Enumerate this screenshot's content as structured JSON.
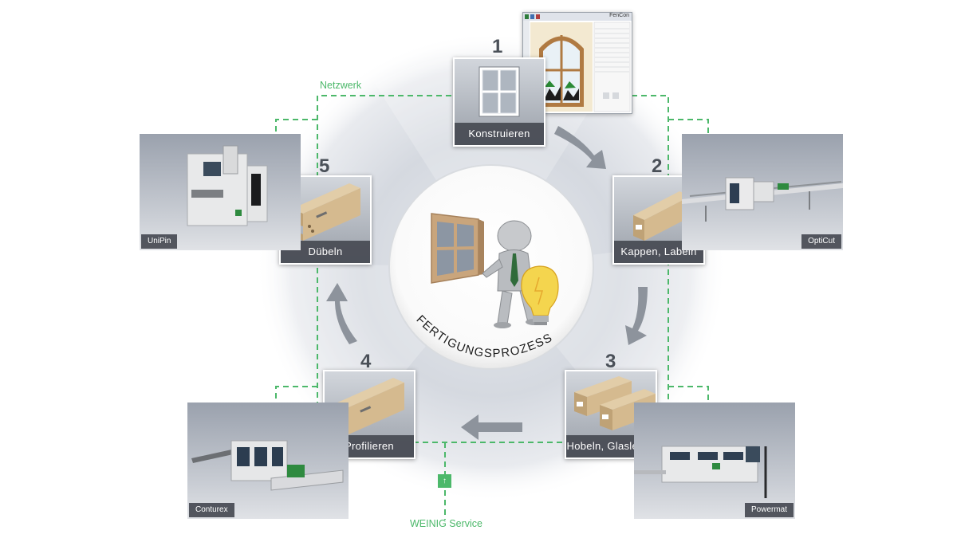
{
  "network": {
    "label": "Netzwerk",
    "color": "#4cb86a"
  },
  "service": {
    "label": "WEINIG Service",
    "icon": "up-arrow-icon"
  },
  "center": {
    "title": "FERTIGUNGSPROZESS",
    "figure": "person-with-window-and-lightbulb"
  },
  "steps": [
    {
      "number": "1",
      "label": "Konstruieren",
      "icon": "window-icon"
    },
    {
      "number": "2",
      "label": "Kappen, Labeln",
      "icon": "timber-beam-icon"
    },
    {
      "number": "3",
      "label": "Hobeln, Glasleiste",
      "icon": "timber-beams-icon"
    },
    {
      "number": "4",
      "label": "Profilieren",
      "icon": "profiled-frame-icon"
    },
    {
      "number": "5",
      "label": "Dübeln",
      "icon": "doweled-frame-icon"
    }
  ],
  "machines": [
    {
      "label": "UniPin"
    },
    {
      "label": "OptiCut"
    },
    {
      "label": "Powermat"
    },
    {
      "label": "Conturex"
    }
  ],
  "software": {
    "title": "FenCon",
    "image": "window-design-software-screenshot"
  }
}
